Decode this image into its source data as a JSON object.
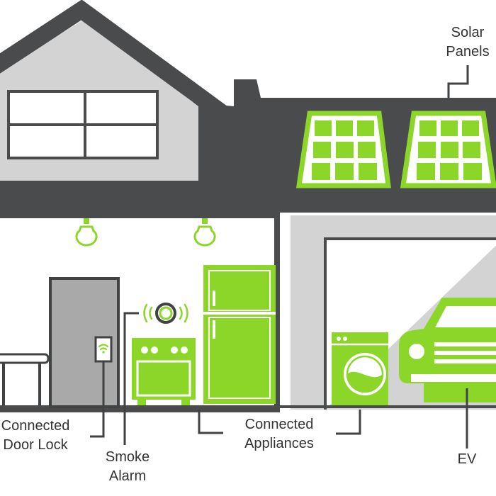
{
  "colors": {
    "roof": "#4a4b4d",
    "wall": "#d3d3d3",
    "wall_dark": "#a9a9a9",
    "accent": "#8cd62a",
    "dark": "#414244",
    "text": "#333333",
    "white": "#ffffff"
  },
  "labels": {
    "solar_panels": [
      "Solar",
      "Panels"
    ],
    "connected_door_lock": [
      "Connected",
      "Door Lock"
    ],
    "smoke_alarm": [
      "Smoke",
      "Alarm"
    ],
    "connected_appliances": [
      "Connected",
      "Appliances"
    ],
    "ev": "EV"
  },
  "icons": [
    "light-bulb-icon",
    "wifi-icon",
    "sound-waves-icon",
    "solar-panel-icon",
    "car-icon",
    "washing-machine-icon",
    "refrigerator-icon",
    "stove-icon",
    "door-icon",
    "table-icon",
    "smoke-alarm-icon"
  ]
}
